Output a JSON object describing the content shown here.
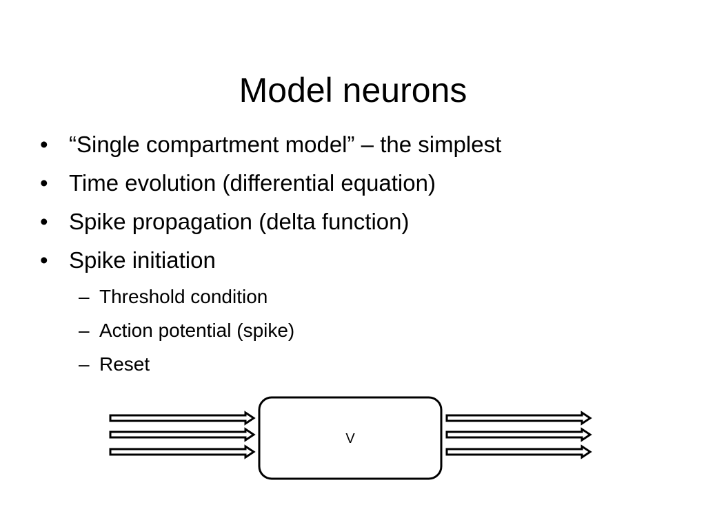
{
  "slide": {
    "title": "Model neurons",
    "bullets": [
      {
        "marker": "•",
        "text": "“Single compartment model” – the simplest"
      },
      {
        "marker": "•",
        "text": "Time evolution (differential equation)"
      },
      {
        "marker": "•",
        "text": "Spike propagation (delta function)"
      },
      {
        "marker": "•",
        "text": "Spike initiation",
        "sub": [
          {
            "marker": "–",
            "text": "Threshold condition"
          },
          {
            "marker": "–",
            "text": "Action potential (spike)"
          },
          {
            "marker": "–",
            "text": "Reset"
          }
        ]
      }
    ]
  },
  "diagram": {
    "node_label": "V",
    "stroke_color": "#000000"
  }
}
